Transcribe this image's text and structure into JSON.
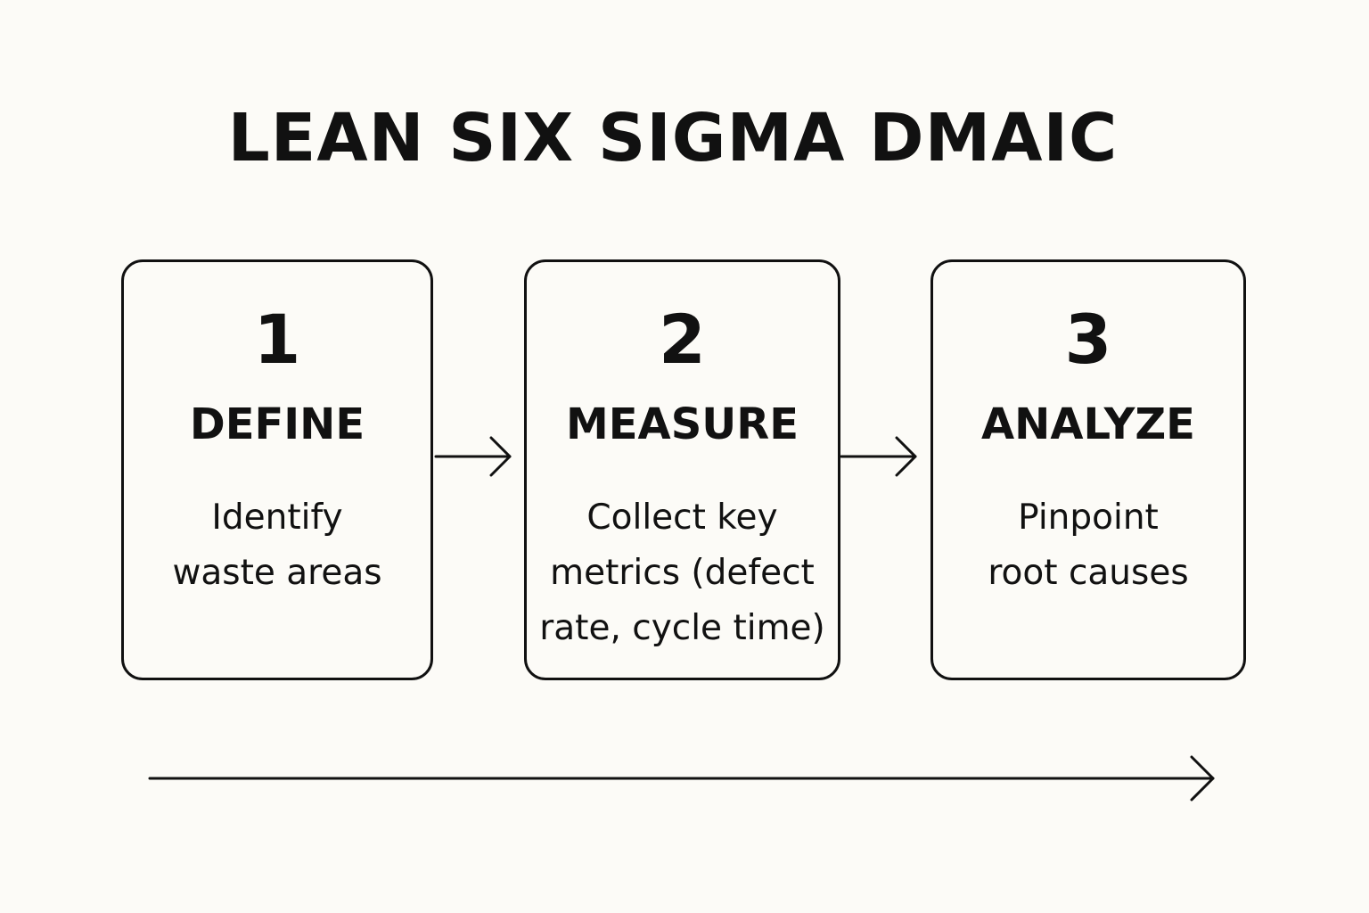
{
  "title": "LEAN SIX SIGMA DMAIC",
  "steps": [
    {
      "number": "1",
      "name": "DEFINE",
      "description": "Identify\nwaste areas"
    },
    {
      "number": "2",
      "name": "MEASURE",
      "description": "Collect key\nmetrics (defect\nrate, cycle time)"
    },
    {
      "number": "3",
      "name": "ANALYZE",
      "description": "Pinpoint\nroot causes"
    }
  ],
  "colors": {
    "background": "#fcfbf7",
    "ink": "#111111"
  }
}
